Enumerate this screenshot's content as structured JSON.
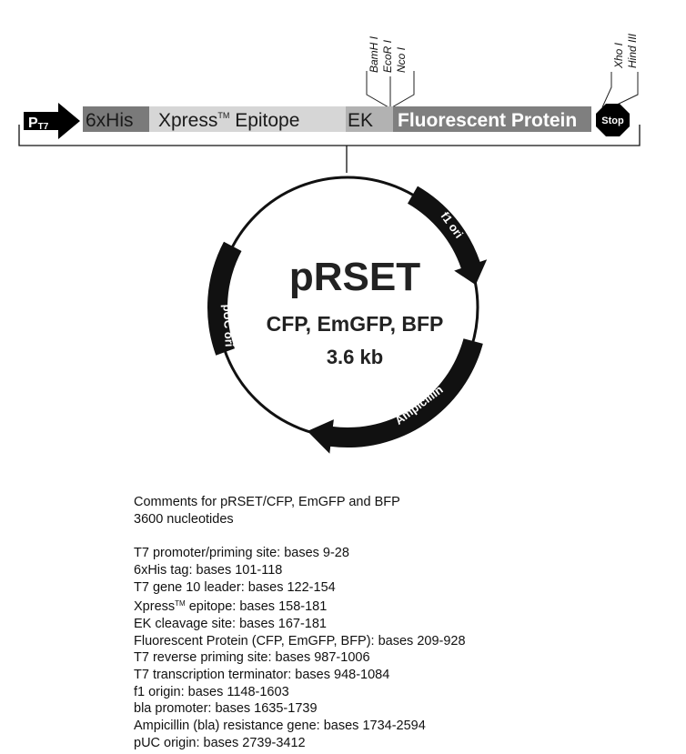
{
  "plasmid": {
    "name": "pRSET",
    "variants": "CFP, EmGFP, BFP",
    "size": "3.6 kb"
  },
  "cassette": {
    "promoter": {
      "label_main": "P",
      "label_sub": "T7"
    },
    "segments": [
      {
        "label": "6xHis",
        "color": "#7a7a7a"
      },
      {
        "label": "Xpress",
        "mark": "TM",
        "label_suffix": " Epitope",
        "color": "#d6d6d6"
      },
      {
        "label": "EK",
        "color": "#b2b2b2"
      },
      {
        "label": "Fluorescent Protein",
        "color": "#7f7f7f"
      }
    ],
    "stop_label": "Stop"
  },
  "sites": {
    "left": [
      "BamH I",
      "EcoR I",
      "Nco I"
    ],
    "right": [
      "Xho I",
      "Hind III"
    ]
  },
  "features": {
    "f1_ori": "f1 ori",
    "ampicillin": "Ampicillin",
    "puc_ori": "pUC ori"
  },
  "notes": {
    "title": "Comments for pRSET/CFP, EmGFP and BFP",
    "nucleotides": "3600 nucleotides",
    "items": [
      {
        "pre": "T7 promoter/priming site: bases 9-28"
      },
      {
        "pre": "6xHis tag: bases 101-118"
      },
      {
        "pre": "T7 gene 10 leader: bases 122-154"
      },
      {
        "pre": "Xpress",
        "mark": "TM",
        "post": " epitope: bases 158-181"
      },
      {
        "pre": "EK cleavage site: bases 167-181"
      },
      {
        "pre": "Fluorescent Protein (CFP, EmGFP, BFP): bases 209-928"
      },
      {
        "pre": "T7 reverse priming site: bases 987-1006"
      },
      {
        "pre": "T7 transcription terminator: bases 948-1084"
      },
      {
        "pre": "f1 origin: bases 1148-1603"
      },
      {
        "pre": "bla promoter: bases 1635-1739"
      },
      {
        "pre": "Ampicillin (bla) resistance gene: bases 1734-2594"
      },
      {
        "pre": "pUC origin: bases 2739-3412"
      }
    ]
  }
}
